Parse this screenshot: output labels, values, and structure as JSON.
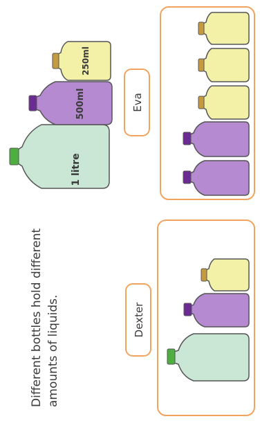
{
  "caption": {
    "line1": "Different bottles hold different",
    "line2": "amounts of liquids."
  },
  "colors": {
    "orange_border": "#f2a35e",
    "green_body": "#c9e7d4",
    "green_cap": "#4caf3f",
    "purple_body": "#b58ad0",
    "purple_cap": "#6a2c92",
    "yellow_body": "#f3f0a8",
    "yellow_cap": "#c69a3f",
    "outline": "#555555",
    "text": "#3a3a3a"
  },
  "legend_bottles": [
    {
      "type": "green",
      "label": "1 litre"
    },
    {
      "type": "purple",
      "label": "500ml"
    },
    {
      "type": "yellow",
      "label": "250ml"
    }
  ],
  "people": [
    {
      "name": "Eva",
      "bottles": [
        "yellow",
        "yellow",
        "yellow",
        "purple",
        "purple"
      ]
    },
    {
      "name": "Dexter",
      "bottles": [
        "yellow",
        "purple",
        "green"
      ]
    }
  ]
}
